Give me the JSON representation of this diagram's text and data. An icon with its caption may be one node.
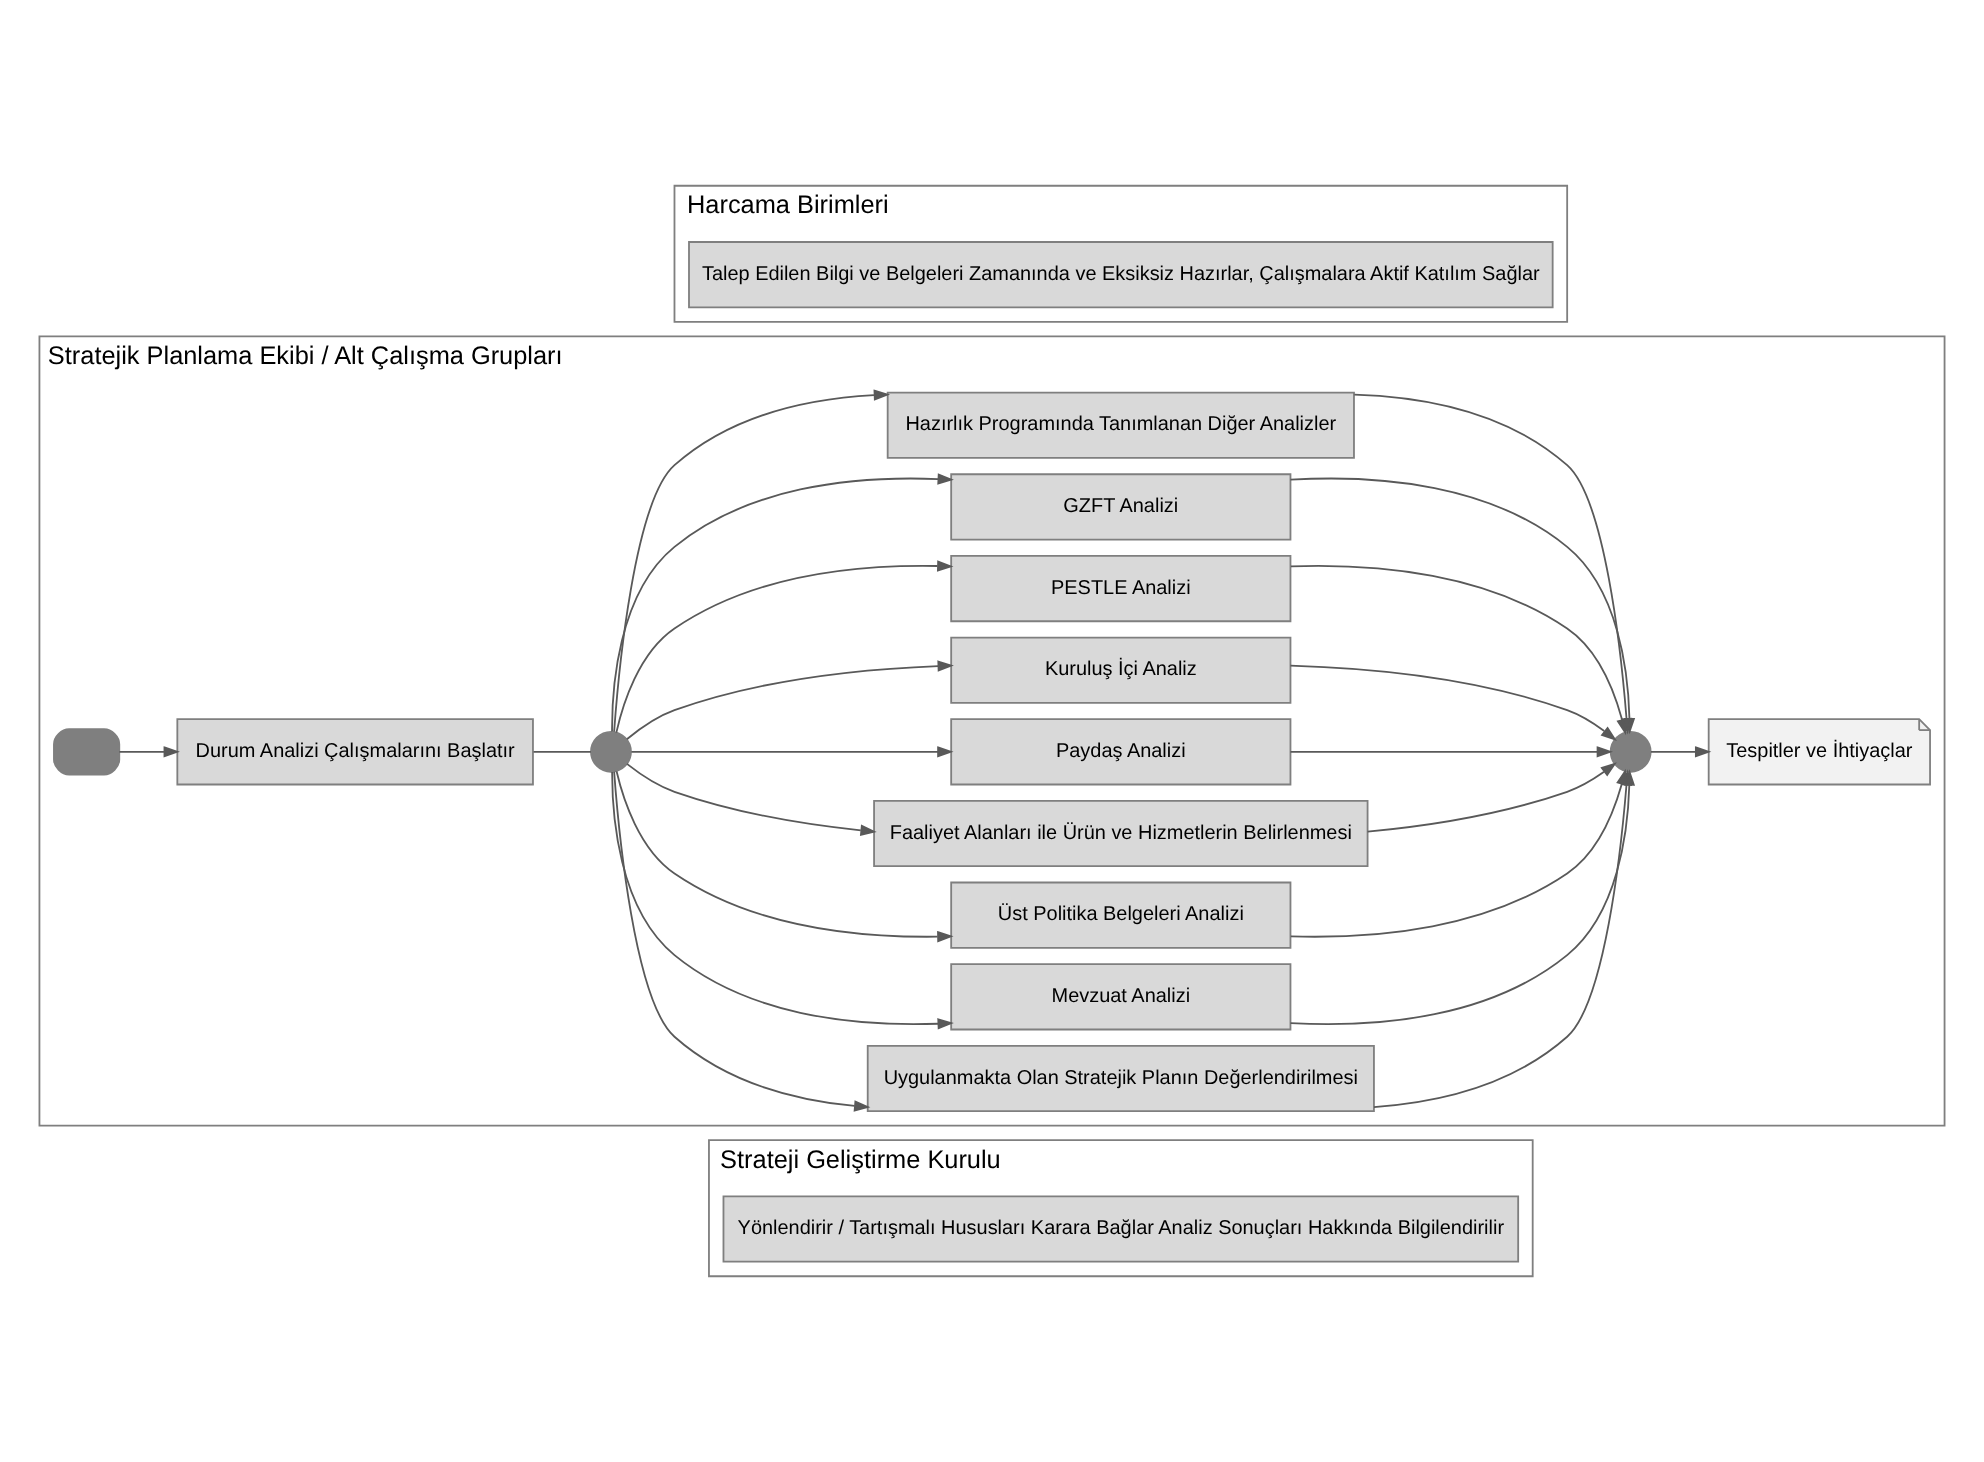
{
  "diagram": {
    "nodes": [
      {
        "text": [
          "Strateji Geliştirme Kurulu"
        ]
      },
      {
        "text": [
          "Yönlendirir / Tartışmalı Hususları Karara Bağlar Analiz Sonuçları Hakkında Bilgilendirilir"
        ],
        "in": 0
      },
      {
        "text": [
          "Stratejik Planlama Ekibi / Alt Çalışma Grupları"
        ]
      },
      {
        "text": [],
        "shape": "box",
        "in": 2
      },
      {
        "text": [
          "Durum Analizi Çalışmalarını Başlatır"
        ],
        "in": 2
      },
      {
        "text": [],
        "shape": "circle",
        "in": 2
      },
      {
        "text": [
          "Uygulanmakta Olan Stratejik Planın Değerlendirilmesi"
        ],
        "in": 2
      },
      {
        "text": [
          "Mevzuat Analizi"
        ],
        "in": 2
      },
      {
        "text": [
          "Üst Politika Belgeleri Analizi"
        ],
        "in": 2
      },
      {
        "text": [
          "Faaliyet Alanları ile Ürün ve Hizmetlerin Belirlenmesi"
        ],
        "in": 2
      },
      {
        "text": [
          "Paydaş Analizi"
        ],
        "in": 2
      },
      {
        "text": [
          "Kuruluş İçi Analiz"
        ],
        "in": 2
      },
      {
        "text": [
          "PESTLE Analizi"
        ],
        "in": 2
      },
      {
        "text": [
          "GZFT Analizi"
        ],
        "in": 2
      },
      {
        "text": [
          "Hazırlık Programında Tanımlanan Diğer Analizler"
        ],
        "in": 2
      },
      {
        "text": [],
        "shape": "circle",
        "in": 2
      },
      {
        "text": [
          "Tespitler ve İhtiyaçlar"
        ],
        "in": 2
      },
      {
        "text": [
          "Harcama Birimleri"
        ]
      },
      {
        "text": [
          "Talep Edilen Bilgi ve Belgeleri Zamanında ve Eksiksiz Hazırlar, Çalışmalara Aktif Katılım Sağlar"
        ],
        "in": 17
      }
    ],
    "edges": [
      {
        "from": 3,
        "to": 4,
        "arrow": "to"
      },
      {
        "from": 4,
        "to": 5,
        "arrow": "none"
      },
      {
        "from": 5,
        "to": 6,
        "arrow": "to"
      },
      {
        "from": 5,
        "to": 7,
        "arrow": "to"
      },
      {
        "from": 5,
        "to": 8,
        "arrow": "to"
      },
      {
        "from": 5,
        "to": 9,
        "arrow": "to"
      },
      {
        "from": 5,
        "to": 10,
        "arrow": "to"
      },
      {
        "from": 5,
        "to": 11,
        "arrow": "to"
      },
      {
        "from": 5,
        "to": 12,
        "arrow": "to"
      },
      {
        "from": 5,
        "to": 13,
        "arrow": "to"
      },
      {
        "from": 5,
        "to": 14,
        "arrow": "to"
      },
      {
        "from": 6,
        "to": 15,
        "arrow": "to"
      },
      {
        "from": 7,
        "to": 15,
        "arrow": "to"
      },
      {
        "from": 8,
        "to": 15,
        "arrow": "to"
      },
      {
        "from": 9,
        "to": 15,
        "arrow": "to"
      },
      {
        "from": 10,
        "to": 15,
        "arrow": "to"
      },
      {
        "from": 11,
        "to": 15,
        "arrow": "to"
      },
      {
        "from": 12,
        "to": 15,
        "arrow": "to"
      },
      {
        "from": 13,
        "to": 15,
        "arrow": "to"
      },
      {
        "from": 14,
        "to": 15,
        "arrow": "to"
      },
      {
        "from": 15,
        "to": 16,
        "arrow": "to"
      }
    ]
  }
}
